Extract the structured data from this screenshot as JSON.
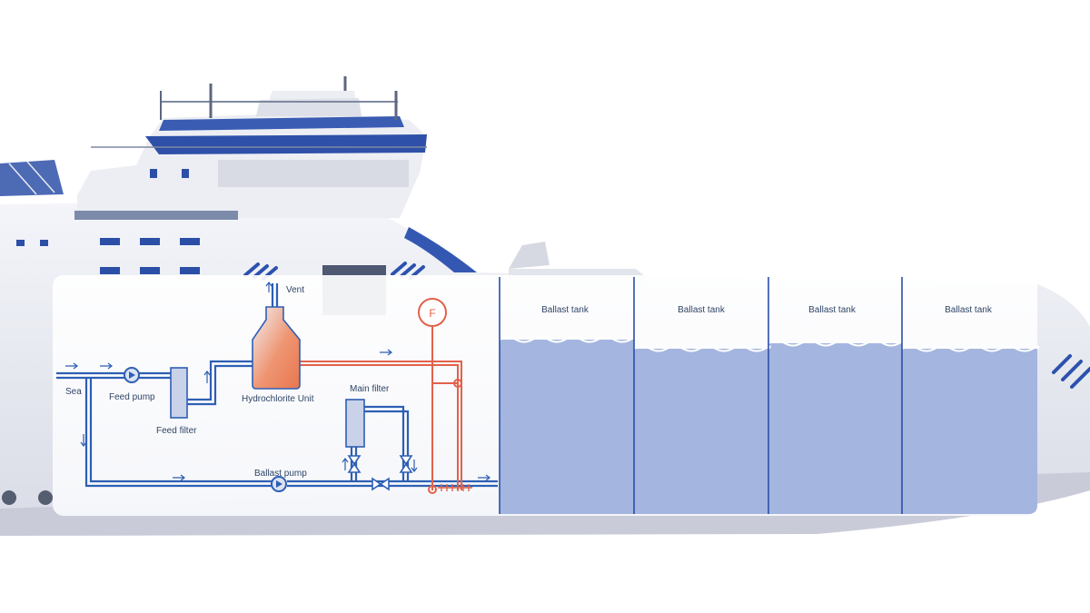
{
  "labels": {
    "vent": "Vent",
    "sea": "Sea",
    "feed_pump": "Feed pump",
    "feed_filter": "Feed filter",
    "hydrochlorite_unit": "Hydrochlorite Unit",
    "main_filter": "Main filter",
    "ballast_pump": "Ballast pump",
    "flow_meter": "F"
  },
  "tanks": [
    {
      "label": "Ballast tank",
      "fill_level": 0.76
    },
    {
      "label": "Ballast tank",
      "fill_level": 0.71
    },
    {
      "label": "Ballast tank",
      "fill_level": 0.74
    },
    {
      "label": "Ballast tank",
      "fill_level": 0.71
    }
  ],
  "colors": {
    "pipe_blue": "#2d5fb4",
    "chlorine_red": "#e2614a",
    "water": "#a4b5df",
    "hull": "#eef0f6",
    "accent_blue": "#2a4ea8"
  }
}
